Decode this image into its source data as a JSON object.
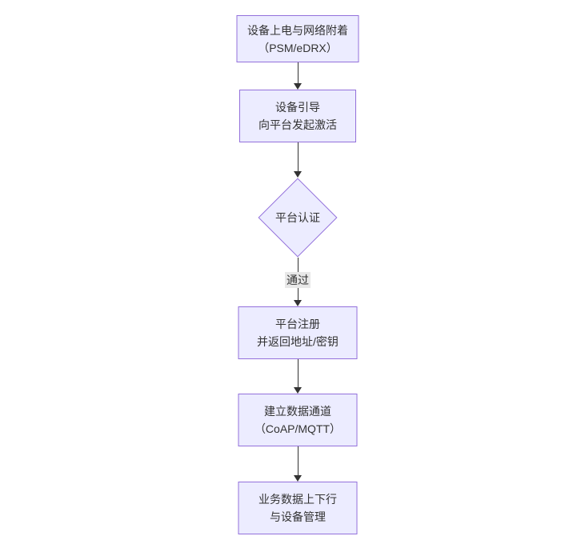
{
  "diagram": {
    "type": "flowchart-vertical",
    "colors": {
      "background": "#ffffff",
      "node_fill": "#ececff",
      "node_border": "#9370db",
      "node_text": "#333333",
      "arrow": "#333333",
      "edge_label_bg": "#e8e8e8"
    },
    "nodes": [
      {
        "id": "power-attach",
        "shape": "rect",
        "line1": "设备上电与网络附着",
        "line2": "（PSM/eDRX）"
      },
      {
        "id": "bootstrap",
        "shape": "rect",
        "line1": "设备引导",
        "line2": "向平台发起激活"
      },
      {
        "id": "auth-decision",
        "shape": "diamond",
        "line1": "平台认证",
        "line2": ""
      },
      {
        "id": "register",
        "shape": "rect",
        "line1": "平台注册",
        "line2": "并返回地址/密钥"
      },
      {
        "id": "data-channel",
        "shape": "rect",
        "line1": "建立数据通道",
        "line2": "（CoAP/MQTT）"
      },
      {
        "id": "business",
        "shape": "rect",
        "line1": "业务数据上下行",
        "line2": "与设备管理"
      }
    ],
    "edges": [
      {
        "from": "power-attach",
        "to": "bootstrap",
        "label": ""
      },
      {
        "from": "bootstrap",
        "to": "auth-decision",
        "label": ""
      },
      {
        "from": "auth-decision",
        "to": "register",
        "label": "通过"
      },
      {
        "from": "register",
        "to": "data-channel",
        "label": ""
      },
      {
        "from": "data-channel",
        "to": "business",
        "label": ""
      }
    ]
  }
}
